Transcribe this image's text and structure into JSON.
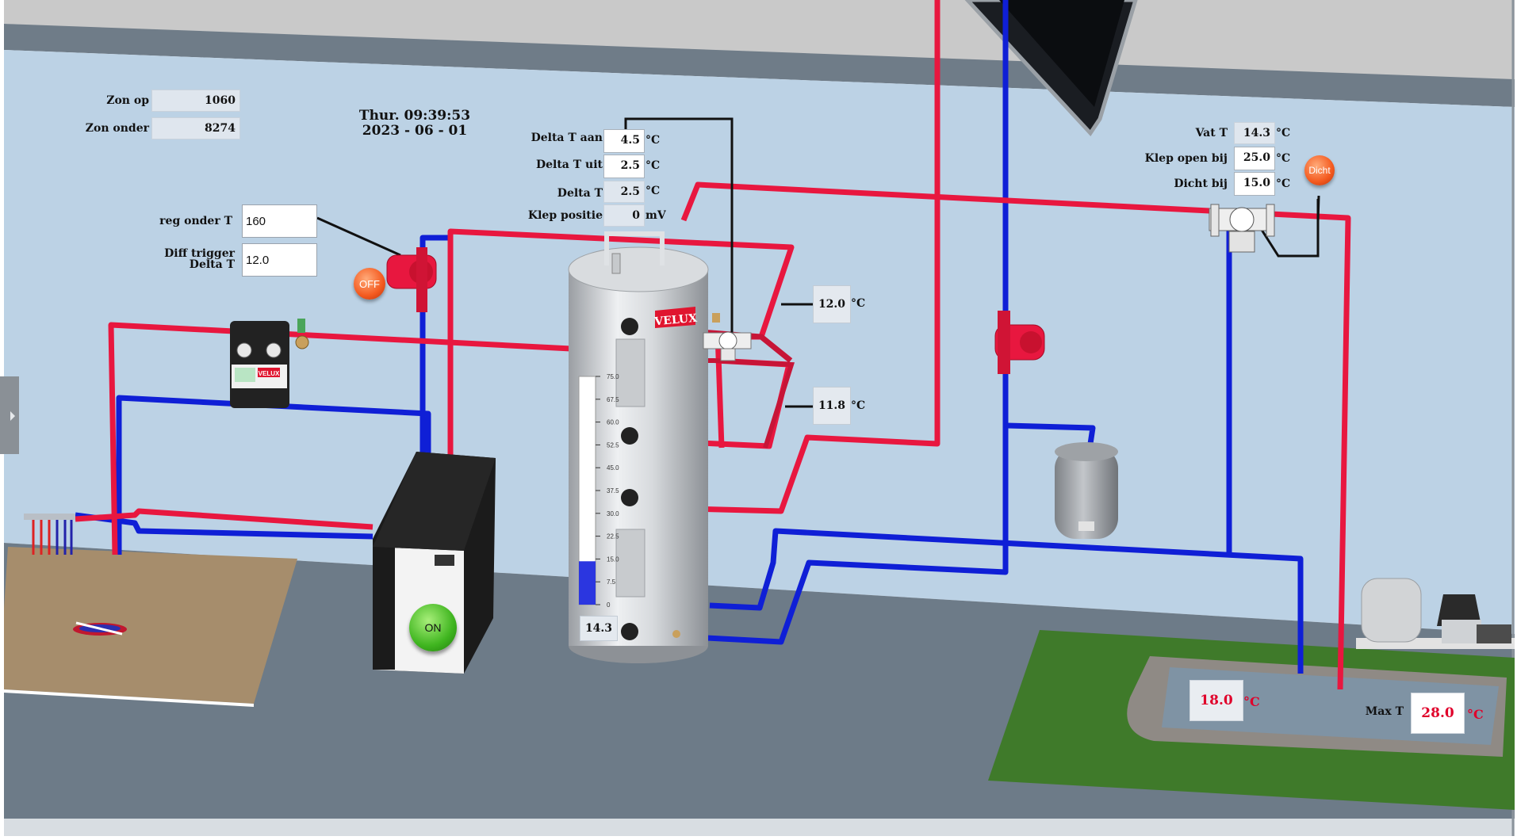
{
  "clock": {
    "time": "Thur. 09:39:53",
    "date": "2023 - 06 - 01"
  },
  "sun": {
    "rise_label": "Zon op",
    "rise_value": "1060",
    "set_label": "Zon onder",
    "set_value": "8274"
  },
  "regulator": {
    "reg_label": "reg onder T",
    "reg_value": "160",
    "diff_label_1": "Diff trigger",
    "diff_label_2": "Delta T",
    "diff_value": "12.0",
    "pump_button": "OFF"
  },
  "solar_controls": {
    "delta_on_label": "Delta T aan",
    "delta_on_value": "4.5",
    "delta_off_label": "Delta T uit",
    "delta_off_value": "2.5",
    "delta_label": "Delta T",
    "delta_value": "2.5",
    "valve_pos_label": "Klep positie",
    "valve_pos_value": "0",
    "valve_pos_unit": "mV",
    "unit": "°C"
  },
  "collector_sensors": {
    "upper": "12.0",
    "lower": "11.8",
    "unit": "°C"
  },
  "tank": {
    "temperature": "14.3",
    "fill_level": 0.19,
    "scale": [
      "75.0",
      "67.5",
      "60.0",
      "52.5",
      "45.0",
      "37.5",
      "30.0",
      "22.5",
      "15.0",
      "7.5",
      "0"
    ],
    "brand": "VELUX"
  },
  "controller_brand": "VELUX",
  "boiler": {
    "button": "ON"
  },
  "pool_valve": {
    "vat_label": "Vat T",
    "vat_value": "14.3",
    "open_label": "Klep open bij",
    "open_value": "25.0",
    "closed_label": "Dicht bij",
    "closed_value": "15.0",
    "unit": "°C",
    "state_button": "Dicht"
  },
  "pool": {
    "temp": "18.0",
    "max_label": "Max T",
    "max_value": "28.0",
    "unit": "°C"
  },
  "colors": {
    "hot": "#e8173f",
    "cold": "#0f1fd6",
    "wall": "#bdd3e6",
    "floor": "#6d7b88",
    "accent_on": "#3fb51f",
    "accent_off": "#f45a1f"
  }
}
